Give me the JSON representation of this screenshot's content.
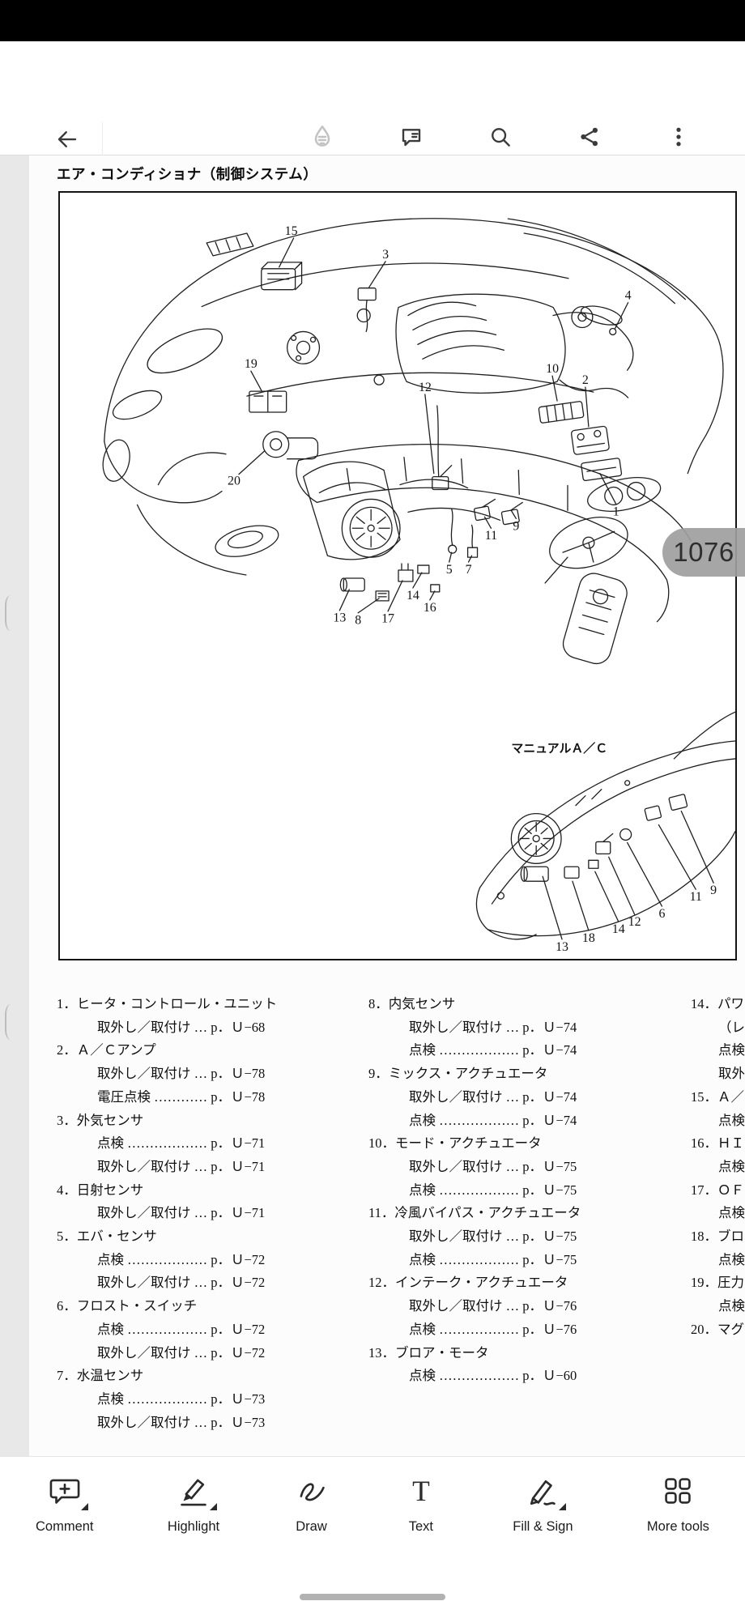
{
  "app": {
    "toolbar_icons": [
      "back",
      "liquid-mode",
      "comment",
      "search",
      "share",
      "more-options"
    ],
    "page_indicator": "1076",
    "text_tool_glyph": "T",
    "bottom_toolbar": [
      "Comment",
      "Highlight",
      "Draw",
      "Text",
      "Fill & Sign",
      "More tools"
    ],
    "colors": {
      "status_bar": "#000000",
      "toolbar_icon": "#3a3a3a",
      "badge_bg": "#9e9e9e",
      "page_bg": "#fcfcfc"
    }
  },
  "doc": {
    "title": "エア・コンディショナ（制御システム）",
    "figure": {
      "manual_ac_label": "マニュアルＡ／Ｃ",
      "main_callouts": [
        "15",
        "3",
        "4",
        "19",
        "10",
        "2",
        "12",
        "20",
        "1",
        "9",
        "11",
        "5",
        "7",
        "13",
        "8",
        "17",
        "14",
        "16"
      ],
      "sub_callouts": [
        "13",
        "18",
        "14",
        "12",
        "6",
        "11",
        "9"
      ]
    },
    "parts": {
      "col1": [
        "1．ヒータ・コントロール・ユニット",
        "取外し／取付け … p．Ｕ−68",
        "2．Ａ／Ｃアンプ",
        "取外し／取付け … p．Ｕ−78",
        "電圧点検 ………… p．Ｕ−78",
        "3．外気センサ",
        "点検 ……………… p．Ｕ−71",
        "取外し／取付け … p．Ｕ−71",
        "4．日射センサ",
        "取外し／取付け … p．Ｕ−71",
        "5．エバ・センサ",
        "点検 ……………… p．Ｕ−72",
        "取外し／取付け … p．Ｕ−72",
        "6．フロスト・スイッチ",
        "点検 ……………… p．Ｕ−72",
        "取外し／取付け … p．Ｕ−72",
        "7．水温センサ",
        "点検 ……………… p．Ｕ−73",
        "取外し／取付け … p．Ｕ−73"
      ],
      "col2": [
        " 8．内気センサ",
        "取外し／取付け … p．Ｕ−74",
        "点検 ……………… p．Ｕ−74",
        " 9．ミックス・アクチュエータ",
        "取外し／取付け … p．Ｕ−74",
        "点検 ……………… p．Ｕ−74",
        "10．モード・アクチュエータ",
        "取外し／取付け … p．Ｕ−75",
        "点検 ……………… p．Ｕ−75",
        "11．冷風バイパス・アクチュエータ",
        "取外し／取付け … p．Ｕ−75",
        "点検 ……………… p．Ｕ−75",
        "12．インテーク・アクチュエータ",
        "取外し／取付け … p．Ｕ−76",
        "点検 ……………… p．Ｕ−76",
        "13．ブロア・モータ",
        "点検 ……………… p．Ｕ−60"
      ],
      "col3": [
        "14．パワ",
        "（レ",
        "点検",
        "取外",
        "15．Ａ／",
        "点検",
        "16．ＨＩ",
        "点検",
        "17．ＯＦ",
        "点検",
        "18．ブロ",
        "点検",
        "19．圧力",
        "点検",
        "20．マグ"
      ]
    }
  }
}
